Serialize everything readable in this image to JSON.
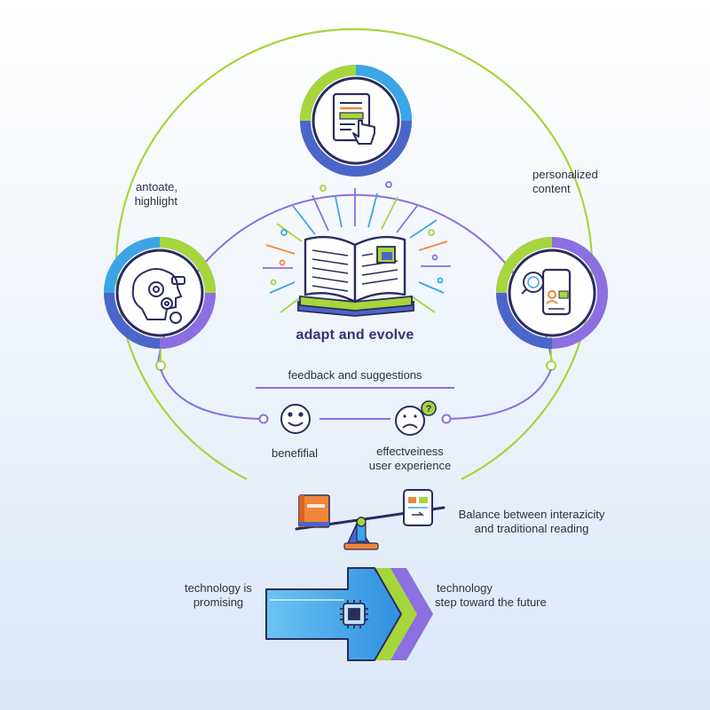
{
  "center": {
    "title": "adapt and evolve"
  },
  "labels": {
    "annotate": [
      "antoate,",
      "highlight"
    ],
    "personalized": [
      "personalized",
      "content"
    ],
    "feedback": "feedback and suggestions",
    "beneficial": "benefifial",
    "effectiveness": [
      "effectveiness",
      "user experience"
    ],
    "balance": [
      "Balance between interazicity",
      "and traditional reading"
    ],
    "tech_promising": [
      "technology is",
      "promising"
    ],
    "tech_future": [
      "technology",
      "step toward the future"
    ]
  },
  "colors": {
    "green": "#a6d63c",
    "purple": "#8c6fe0",
    "blue": "#3aa6e6",
    "navy": "#2b2d5c",
    "orange": "#f0863a",
    "deep_blue": "#4b66c9"
  },
  "icons": {
    "top": "document-touch-icon",
    "left": "brain-gears-icon",
    "right": "tablet-personalization-icon",
    "center": "open-book-icon",
    "happy": "smiley-face-icon",
    "sad": "confused-face-icon",
    "balance": "seesaw-book-tablet-icon",
    "arrow": "chip-arrow-icon"
  }
}
